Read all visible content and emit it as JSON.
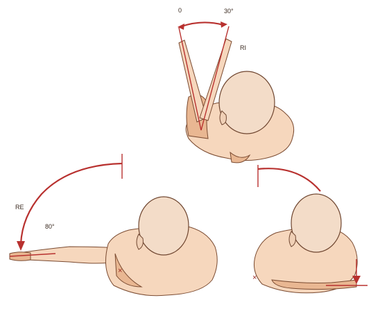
{
  "labels": {
    "ri_zero": "0",
    "ri_max": "30°",
    "ri": "RI",
    "re": "RE",
    "re_max": "80°"
  },
  "colors": {
    "arc": "#b8312f",
    "skin": "#f6d7bd",
    "outline": "#6f4630"
  }
}
